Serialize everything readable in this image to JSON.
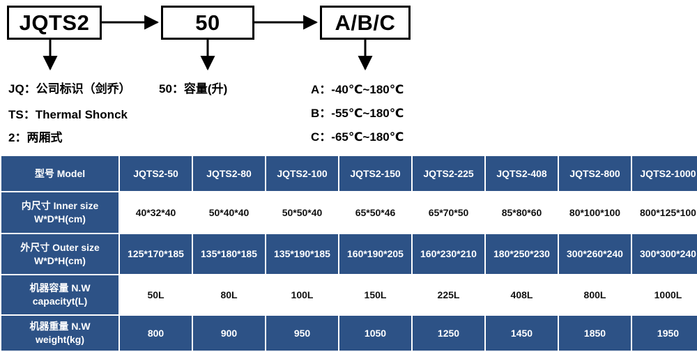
{
  "diagram": {
    "boxes": [
      {
        "id": "model",
        "label": "JQTS2"
      },
      {
        "id": "capacity",
        "label": "50"
      },
      {
        "id": "temp",
        "label": "A/B/C"
      }
    ],
    "legends": {
      "jq": "JQ：公司标识（剑乔）",
      "ts": "TS：Thermal Shonck",
      "two": "2：两厢式",
      "capacity": "50：容量(升)",
      "a": "A：-40℃~180℃",
      "b": "B：-55℃~180℃",
      "c": "C：-65℃~180℃"
    }
  },
  "colors": {
    "table_blue": "#2d5286",
    "table_white": "#ffffff",
    "box_border": "#000000"
  },
  "table": {
    "header": {
      "label": "型号 Model",
      "models": [
        "JQTS2-50",
        "JQTS2-80",
        "JQTS2-100",
        "JQTS2-150",
        "JQTS2-225",
        "JQTS2-408",
        "JQTS2-800",
        "JQTS2-1000"
      ]
    },
    "rows": [
      {
        "id": "inner-size",
        "label_line1": "内尺寸 Inner size",
        "label_line2": "W*D*H(cm)",
        "style": "white",
        "values": [
          "40*32*40",
          "50*40*40",
          "50*50*40",
          "65*50*46",
          "65*70*50",
          "85*80*60",
          "80*100*100",
          "800*125*100"
        ]
      },
      {
        "id": "outer-size",
        "label_line1": "外尺寸 Outer size",
        "label_line2": "W*D*H(cm)",
        "style": "blue",
        "values": [
          "125*170*185",
          "135*180*185",
          "135*190*185",
          "160*190*205",
          "160*230*210",
          "180*250*230",
          "300*260*240",
          "300*300*240"
        ]
      },
      {
        "id": "capacity",
        "label_line1": "机器容量 N.W",
        "label_line2": "capacityt(L)",
        "style": "white",
        "values": [
          "50L",
          "80L",
          "100L",
          "150L",
          "225L",
          "408L",
          "800L",
          "1000L"
        ]
      },
      {
        "id": "weight",
        "label_line1": "机器重量 N.W",
        "label_line2": "weight(kg)",
        "style": "blue",
        "values": [
          "800",
          "900",
          "950",
          "1050",
          "1250",
          "1450",
          "1850",
          "1950"
        ]
      }
    ]
  }
}
